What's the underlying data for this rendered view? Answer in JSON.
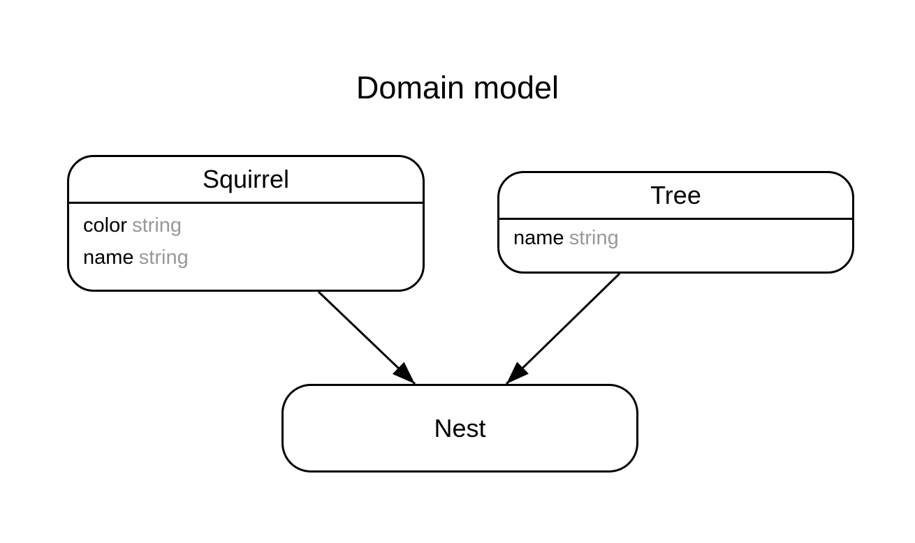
{
  "diagram": {
    "title": "Domain model",
    "nodes": [
      {
        "name": "Squirrel",
        "attributes": [
          {
            "name": "color",
            "type": "string"
          },
          {
            "name": "name",
            "type": "string"
          }
        ]
      },
      {
        "name": "Tree",
        "attributes": [
          {
            "name": "name",
            "type": "string"
          }
        ]
      },
      {
        "name": "Nest",
        "attributes": []
      }
    ],
    "edges": [
      {
        "from": "Squirrel",
        "to": "Nest",
        "style": "solid-arrow"
      },
      {
        "from": "Tree",
        "to": "Nest",
        "style": "solid-arrow"
      }
    ],
    "colors": {
      "line": "#000000",
      "node_fill": "#ffffff",
      "text": "#000000",
      "attribute_type_text": "#999999",
      "background": "#ffffff"
    }
  }
}
